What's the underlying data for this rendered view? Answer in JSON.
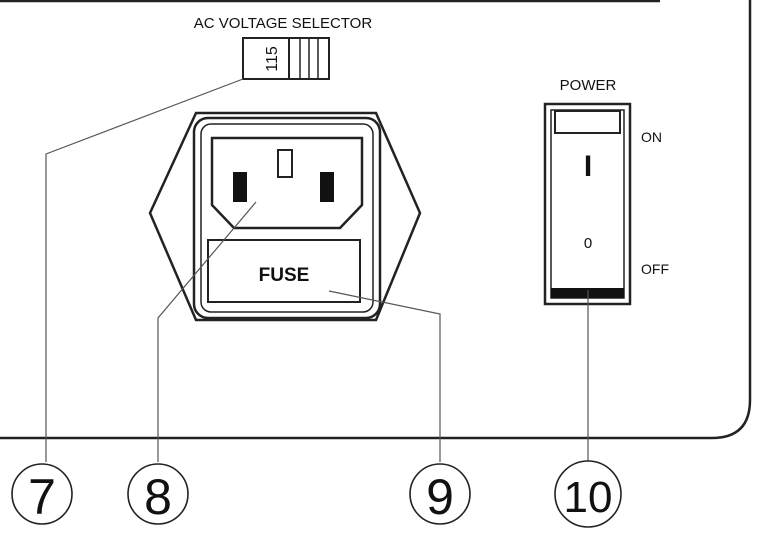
{
  "selector": {
    "title": "AC VOLTAGE SELECTOR",
    "value": "115"
  },
  "inlet": {
    "fuse_label": "FUSE"
  },
  "power_switch": {
    "title": "POWER",
    "on_label": "ON",
    "off_label": "OFF",
    "on_symbol": "I",
    "off_symbol": "0"
  },
  "callouts": [
    {
      "number": "7"
    },
    {
      "number": "8"
    },
    {
      "number": "9"
    },
    {
      "number": "10"
    }
  ]
}
